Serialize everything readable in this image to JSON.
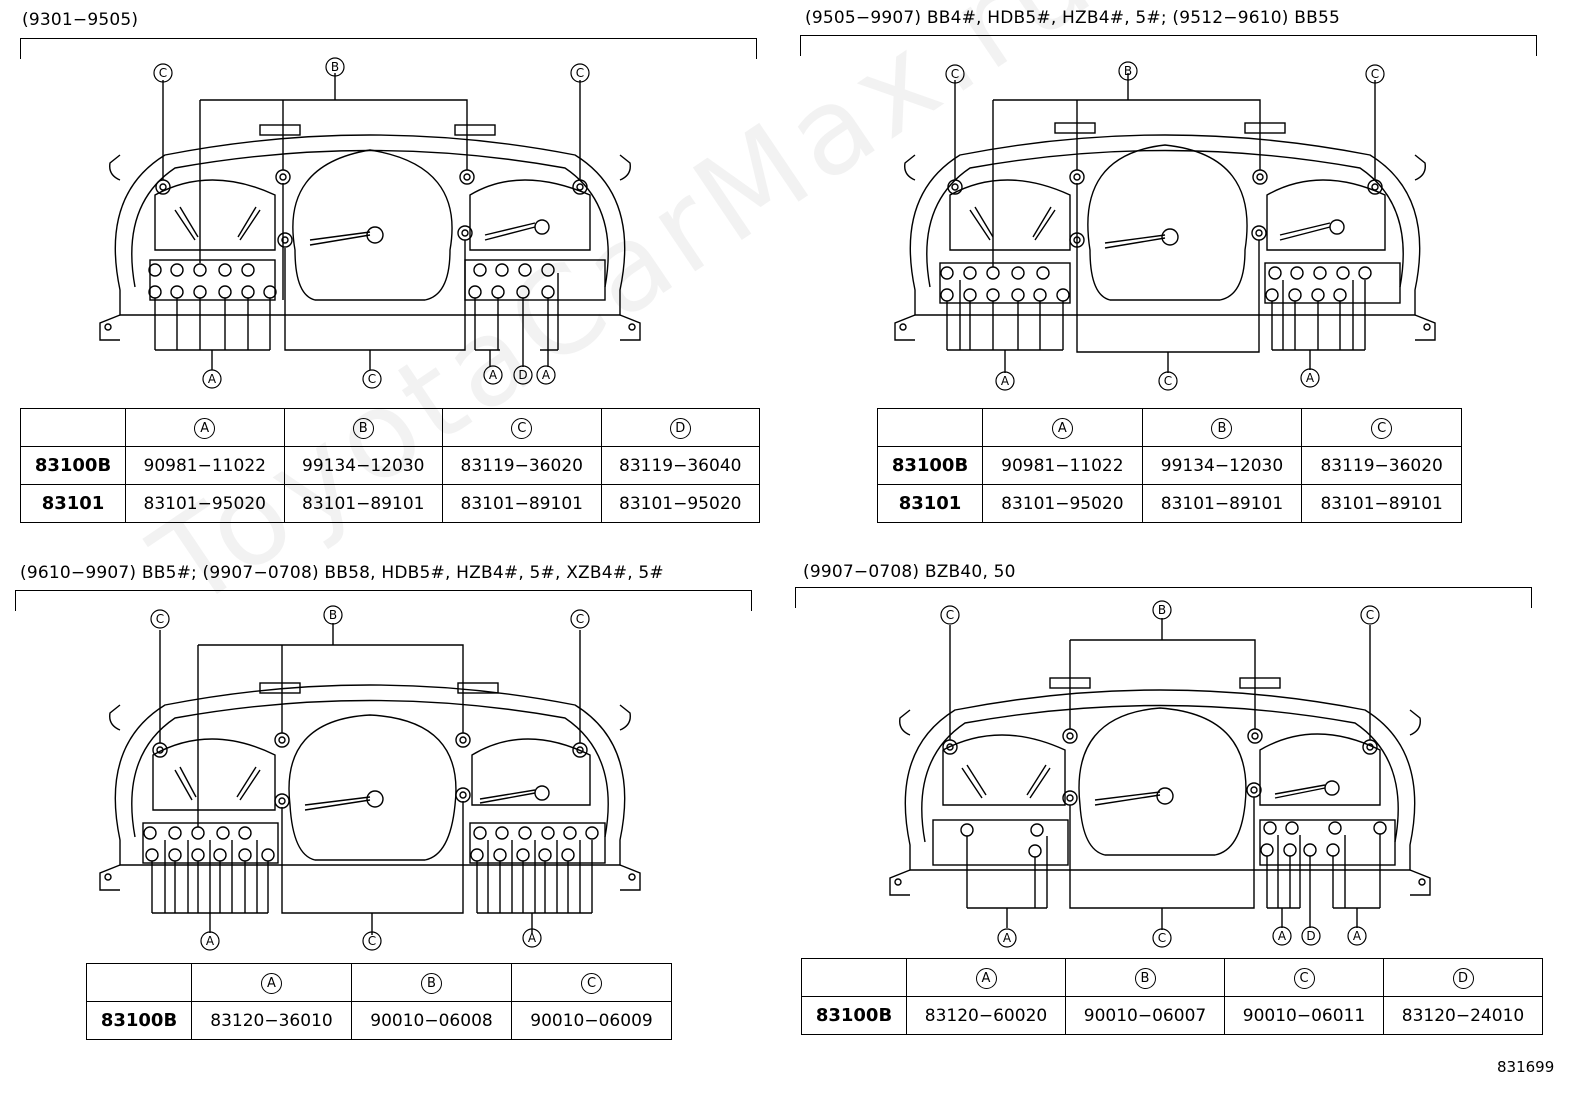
{
  "panels": [
    {
      "title": "(9301−9505)",
      "headers": [
        "A",
        "B",
        "C",
        "D"
      ],
      "rows": [
        {
          "label": "83100B",
          "cells": [
            "90981−11022",
            "99134−12030",
            "83119−36020",
            "83119−36040"
          ]
        },
        {
          "label": "83101",
          "cells": [
            "83101−95020",
            "83101−89101",
            "83101−89101",
            "83101−95020"
          ]
        }
      ]
    },
    {
      "title": "(9505−9907) BB4#, HDB5#, HZB4#, 5#; (9512−9610) BB55",
      "headers": [
        "A",
        "B",
        "C"
      ],
      "rows": [
        {
          "label": "83100B",
          "cells": [
            "90981−11022",
            "99134−12030",
            "83119−36020"
          ]
        },
        {
          "label": "83101",
          "cells": [
            "83101−95020",
            "83101−89101",
            "83101−89101"
          ]
        }
      ]
    },
    {
      "title": "(9610−9907) BB5#; (9907−0708) BB58, HDB5#, HZB4#, 5#, XZB4#, 5#",
      "headers": [
        "A",
        "B",
        "C"
      ],
      "rows": [
        {
          "label": "83100B",
          "cells": [
            "83120−36010",
            "90010−06008",
            "90010−06009"
          ]
        }
      ]
    },
    {
      "title": "(9907−0708) BZB40, 50",
      "headers": [
        "A",
        "B",
        "C",
        "D"
      ],
      "rows": [
        {
          "label": "83100B",
          "cells": [
            "83120−60020",
            "90010−06007",
            "90010−06011",
            "83120−24010"
          ]
        }
      ]
    }
  ],
  "diagrams": [
    {
      "callouts": {
        "A": [
          "A",
          "A",
          "A"
        ],
        "B": "B",
        "C": "C",
        "D": "D"
      }
    },
    {
      "callouts": {
        "A": [
          "A",
          "A"
        ],
        "B": "B",
        "C": "C"
      }
    },
    {
      "callouts": {
        "A": [
          "A",
          "A"
        ],
        "B": "B",
        "C": "C"
      }
    },
    {
      "callouts": {
        "A": [
          "A",
          "A",
          "A"
        ],
        "B": "B",
        "C": "C",
        "D": "D"
      }
    }
  ],
  "footer": {
    "ref_number": "831699"
  },
  "watermark": "ToyotaCarMax.ru"
}
